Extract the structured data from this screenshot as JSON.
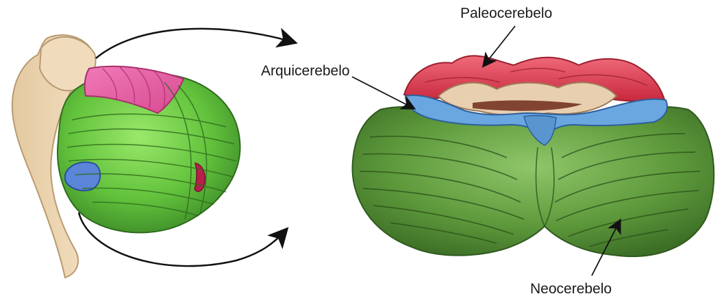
{
  "labels": {
    "paleocerebelo": "Paleocerebelo",
    "arquicerebelo": "Arquicerebelo",
    "neocerebelo": "Neocerebelo"
  },
  "colors": {
    "paleocerebelo": "#e8435a",
    "arquicerebelo": "#5b9ad8",
    "neocerebelo": "#5f9c3a",
    "neocerebelo_light": "#7cd04a",
    "brainstem": "#ead2ae",
    "arrows": "#111111"
  }
}
